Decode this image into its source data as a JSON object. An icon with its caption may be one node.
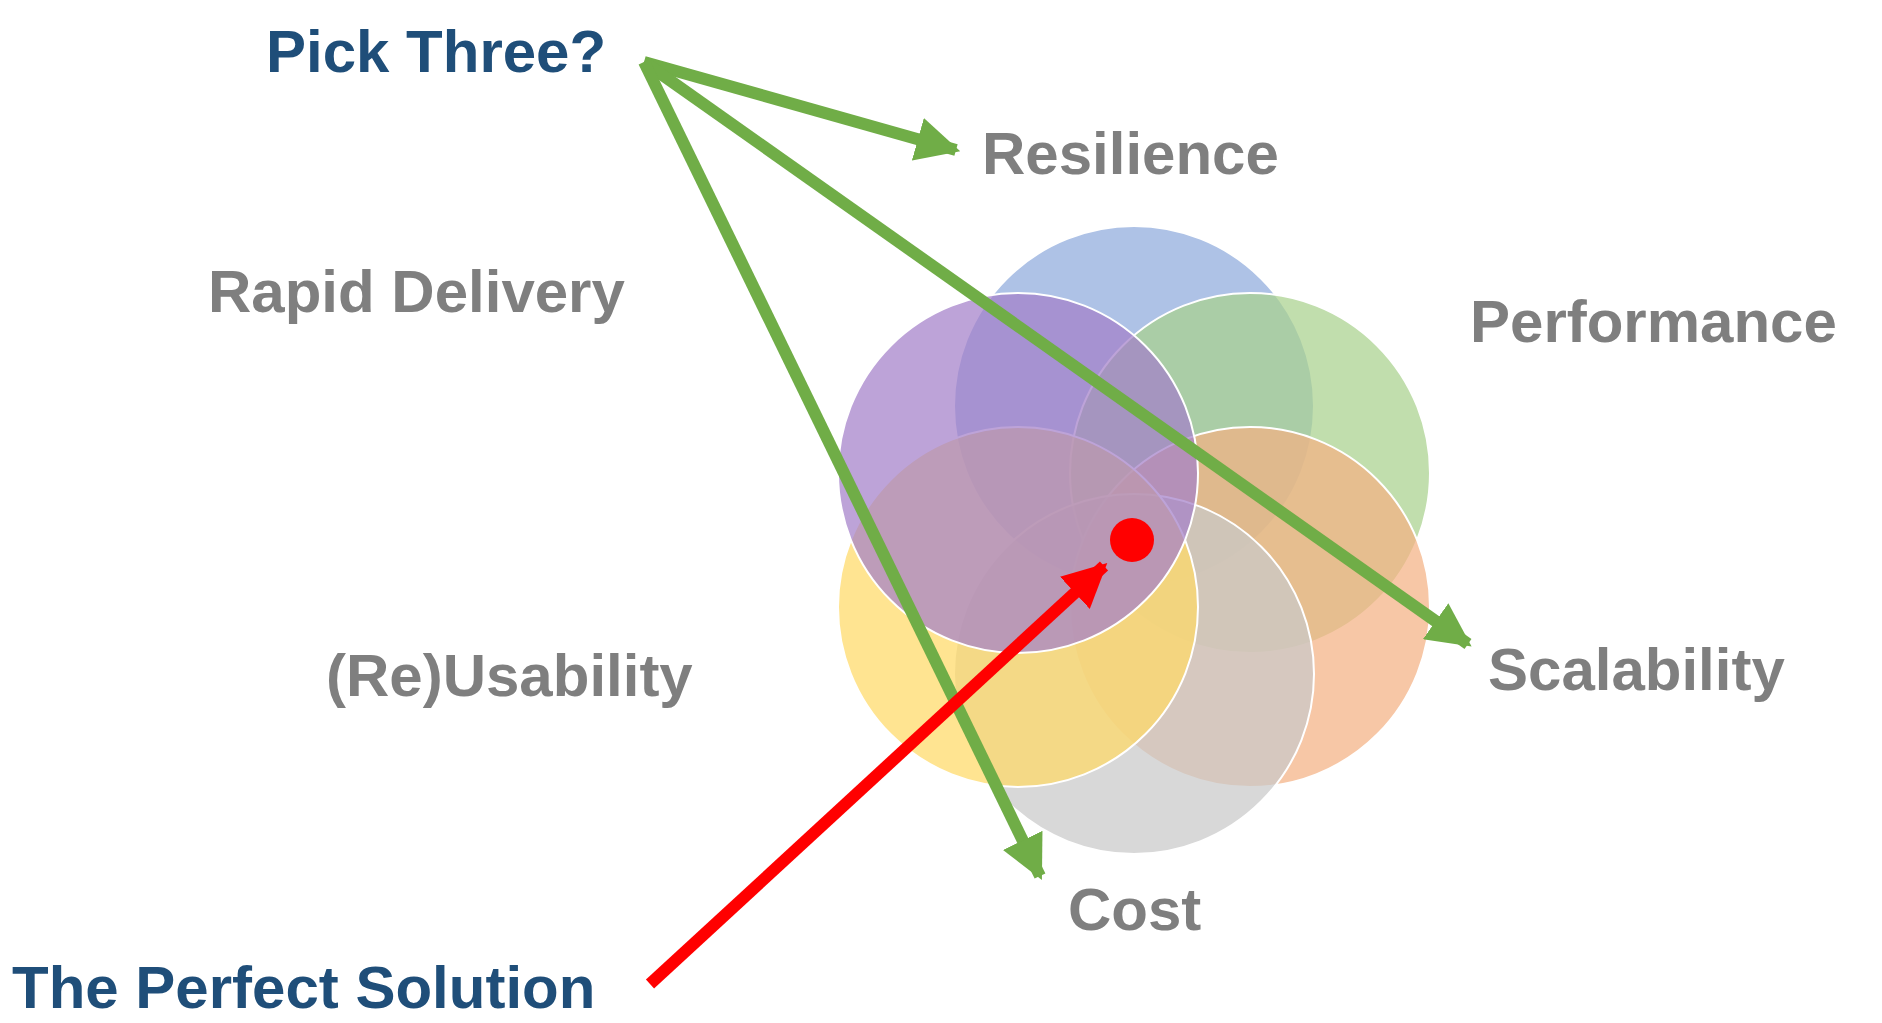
{
  "diagram": {
    "nodes": [
      {
        "text": [
          "Pick Three?"
        ]
      },
      {
        "text": [
          "Resilience"
        ]
      },
      {
        "text": [
          "Scalability"
        ]
      },
      {
        "text": [],
        "shape": "circle"
      },
      {
        "text": [
          "Cost"
        ]
      },
      {
        "text": [
          "The Perfect Solution"
        ]
      }
    ],
    "edges": [
      {
        "from": 0,
        "to": 1,
        "arrow": "to"
      },
      {
        "from": 0,
        "to": 2,
        "arrow": "to"
      },
      {
        "from": 0,
        "to": 4,
        "arrow": "to"
      },
      {
        "from": 5,
        "to": 3,
        "arrow": "to",
        "color": "#ff0000"
      }
    ],
    "labels": [
      "Rapid Delivery",
      "Performance",
      "(Re)Usability"
    ]
  }
}
